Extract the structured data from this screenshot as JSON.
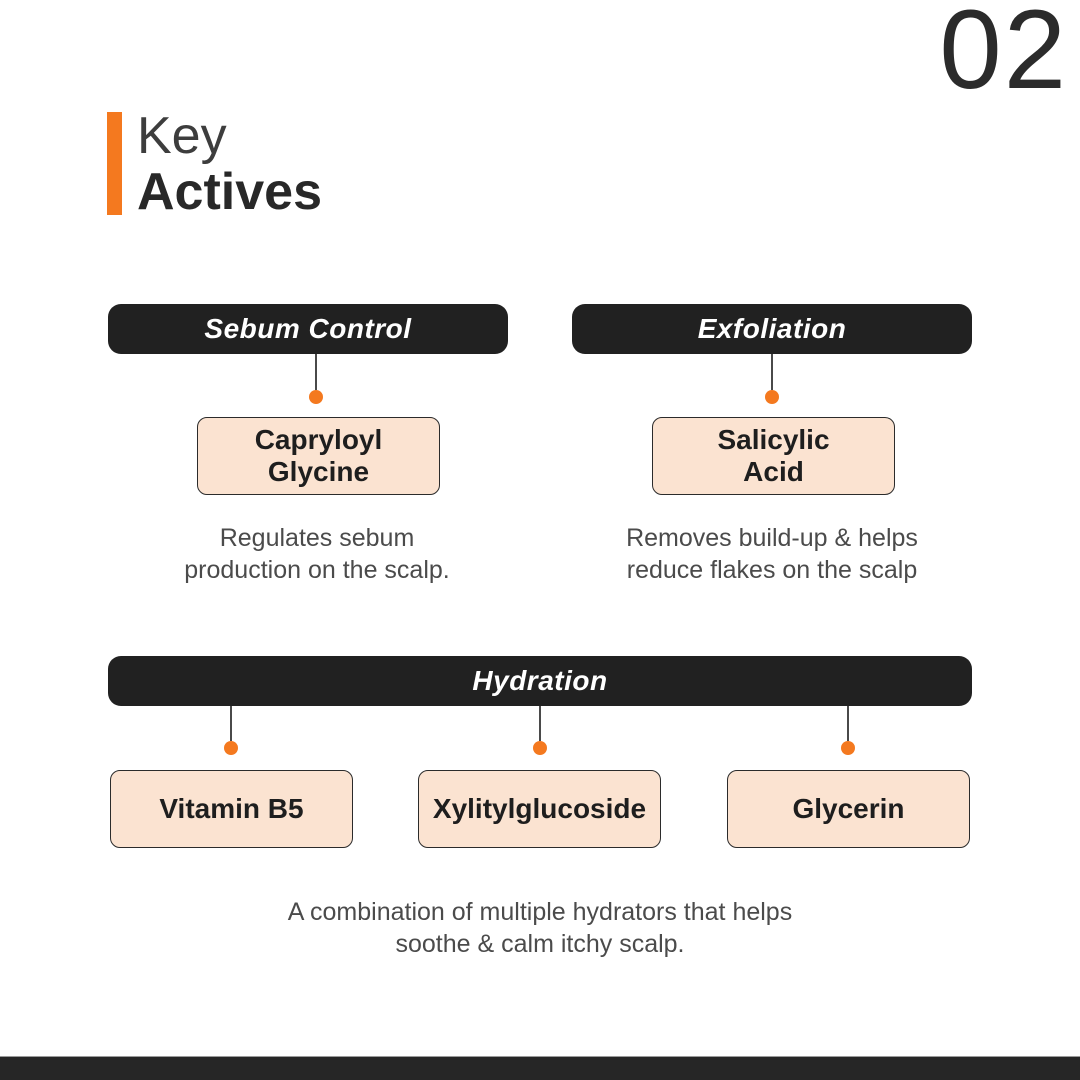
{
  "page": {
    "number": "02"
  },
  "title": {
    "light": "Key",
    "bold": "Actives"
  },
  "colors": {
    "accent_orange": "#F4791F",
    "header_dark": "#212121",
    "ingredient_peach": "#FBE3D1",
    "footer_dark": "#262626"
  },
  "groups": [
    {
      "header": "Sebum Control",
      "ingredients": [
        "Capryloyl\nGlycine"
      ],
      "description": "Regulates sebum\nproduction on the scalp."
    },
    {
      "header": "Exfoliation",
      "ingredients": [
        "Salicylic\nAcid"
      ],
      "description": "Removes build-up & helps\nreduce flakes on the scalp"
    },
    {
      "header": "Hydration",
      "ingredients": [
        "Vitamin B5",
        "Xylitylglucoside",
        "Glycerin"
      ],
      "description": "A combination of multiple hydrators that helps\nsoothe & calm itchy scalp."
    }
  ]
}
